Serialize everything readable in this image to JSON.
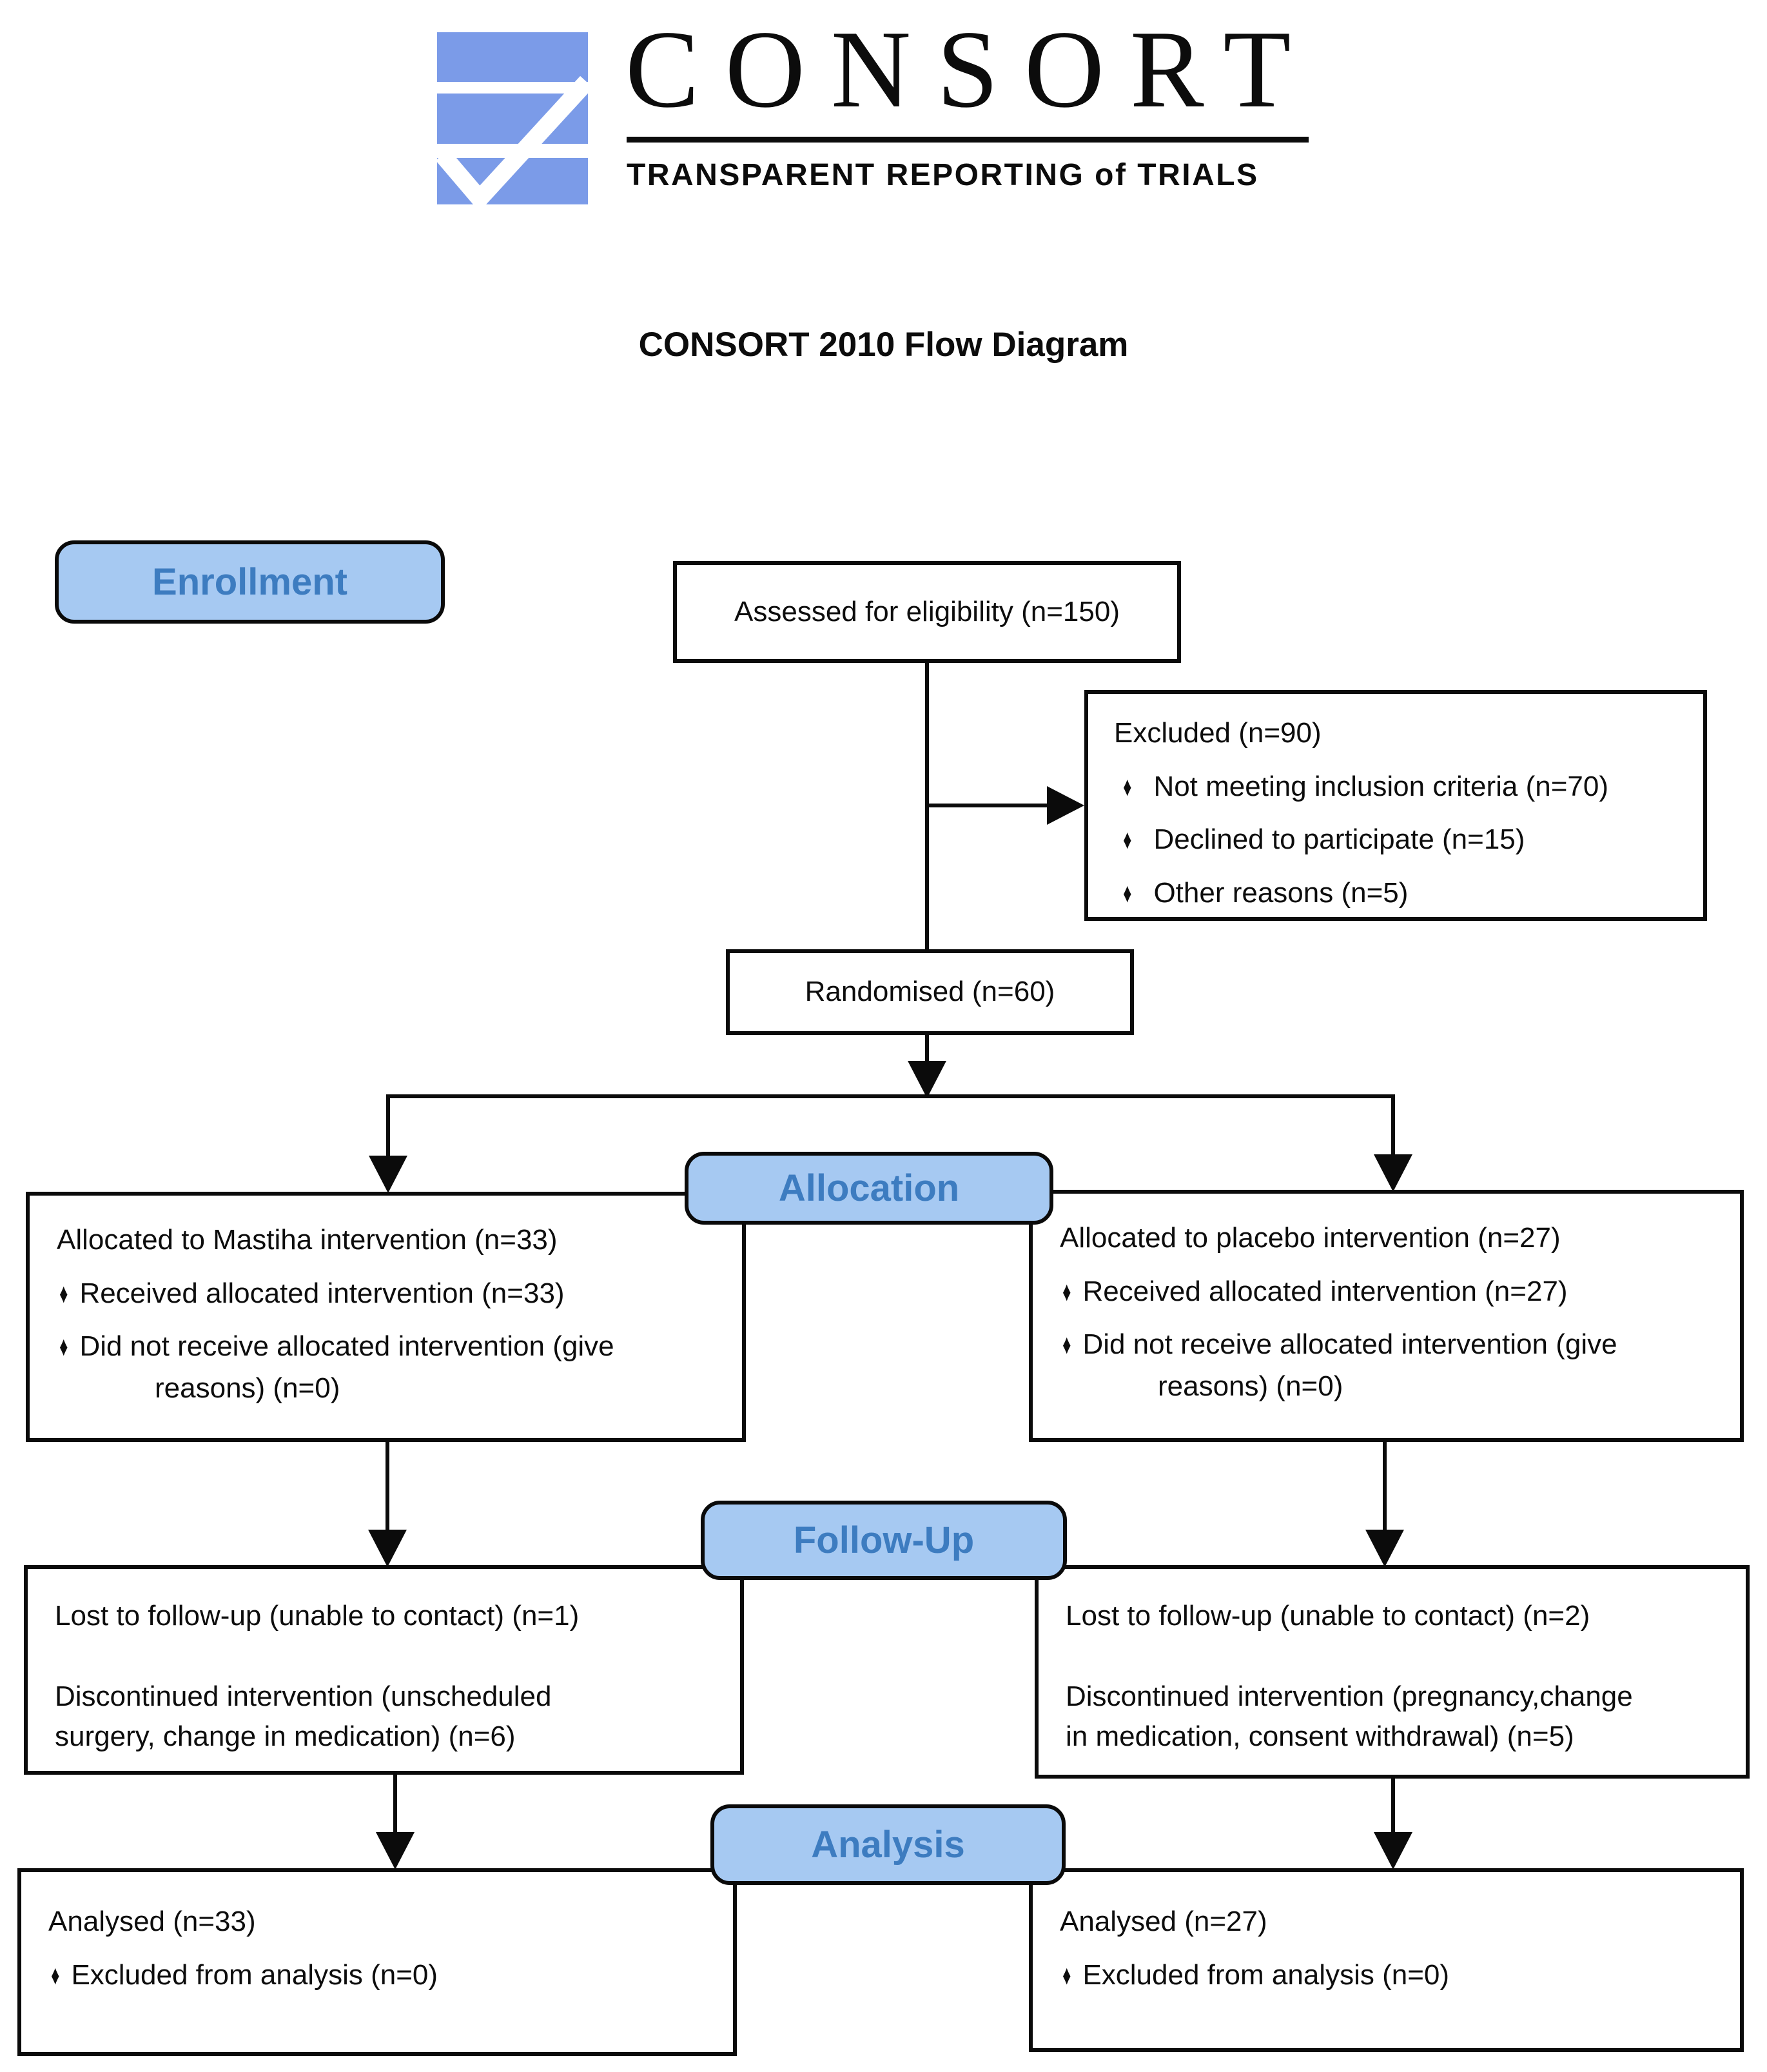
{
  "logo": {
    "wordmark": "CONSORT",
    "tagline": "TRANSPARENT REPORTING of TRIALS",
    "mark_color": "#7b9be8"
  },
  "title": "CONSORT 2010 Flow Diagram",
  "bullet_glyph": "♦",
  "colors": {
    "pill_fill": "#a6c9f2",
    "pill_text": "#3d7cc0",
    "line": "#0b0b0b"
  },
  "stages": {
    "enrollment": {
      "label": "Enrollment"
    },
    "allocation": {
      "label": "Allocation"
    },
    "followup": {
      "label": "Follow-Up"
    },
    "analysis": {
      "label": "Analysis"
    }
  },
  "boxes": {
    "assessed": {
      "text": "Assessed for eligibility (n=150)"
    },
    "excluded": {
      "title": "Excluded (n=90)",
      "items": [
        "Not meeting inclusion criteria (n=70)",
        "Declined to participate (n=15)",
        "Other reasons (n=5)"
      ]
    },
    "randomised": {
      "text": "Randomised (n=60)"
    },
    "alloc_left": {
      "title": "Allocated to Mastiha intervention (n=33)",
      "b1": "Received allocated intervention (n=33)",
      "b2_line1": "Did not receive allocated intervention (give",
      "b2_line2": "reasons) (n=0)"
    },
    "alloc_right": {
      "title": "Allocated to placebo intervention (n=27)",
      "b1": "Received allocated intervention (n=27)",
      "b2_line1": "Did not receive allocated intervention (give",
      "b2_line2": "reasons) (n=0)"
    },
    "fu_left": {
      "p1": "Lost to follow-up (unable to contact) (n=1)",
      "p2_line1": "Discontinued intervention (unscheduled",
      "p2_line2": "surgery, change in medication) (n=6)"
    },
    "fu_right": {
      "p1": "Lost to follow-up (unable to contact) (n=2)",
      "p2_line1": "Discontinued intervention (pregnancy,change",
      "p2_line2": "in medication, consent withdrawal) (n=5)"
    },
    "an_left": {
      "title": "Analysed (n=33)",
      "b1": "Excluded from analysis (n=0)"
    },
    "an_right": {
      "title": "Analysed (n=27)",
      "b1": "Excluded from analysis (n=0)"
    }
  }
}
